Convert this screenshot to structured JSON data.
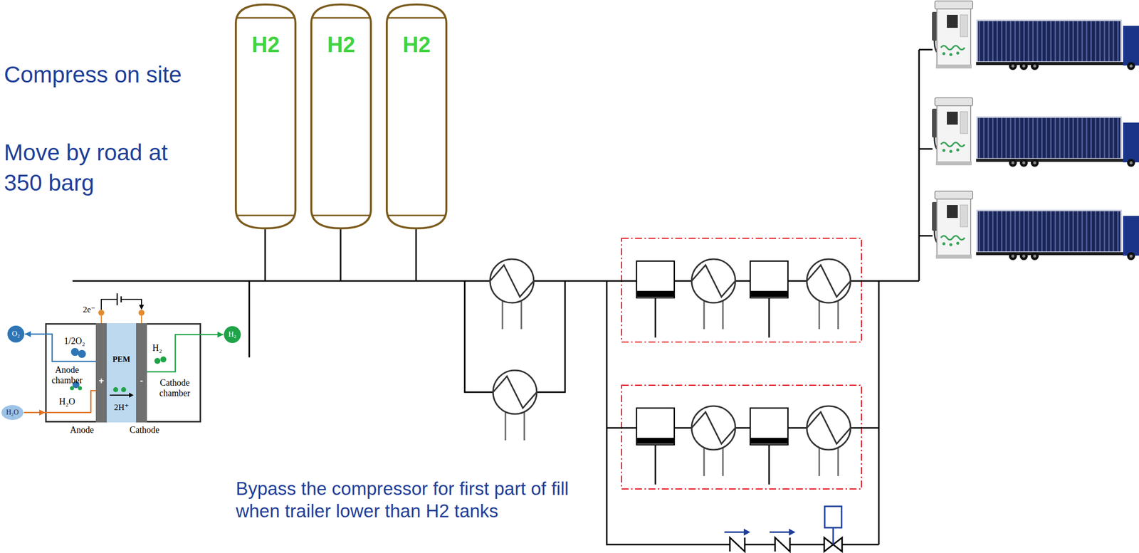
{
  "diagram": {
    "nodes": [
      {
        "text": [
          "H2"
        ]
      },
      {
        "text": [
          "H2"
        ]
      },
      {
        "text": [
          "H2"
        ]
      },
      {
        "text": [
          "1/2O₂",
          "Anode chamber",
          "H₂O",
          "H₂",
          "Cathode chamber"
        ]
      },
      {
        "text": [
          "PEM",
          "2H⁺"
        ],
        "in": 3
      },
      {
        "text": [
          "O₂"
        ]
      },
      {
        "text": [
          "H₂"
        ]
      },
      {
        "text": [
          "H₂O"
        ]
      }
    ],
    "edges": [
      {
        "from": 7,
        "to": 3,
        "arrow": "to"
      },
      {
        "from": 3,
        "to": 5,
        "arrow": "to"
      },
      {
        "from": 3,
        "to": 6,
        "arrow": "to"
      }
    ],
    "labels": [
      "Compress on site",
      "Move by road at 350 barg",
      "2e⁻",
      "+",
      "-",
      "Anode",
      "Cathode",
      "Bypass the compressor for first part of fill when trailer lower than H2 tanks"
    ]
  }
}
